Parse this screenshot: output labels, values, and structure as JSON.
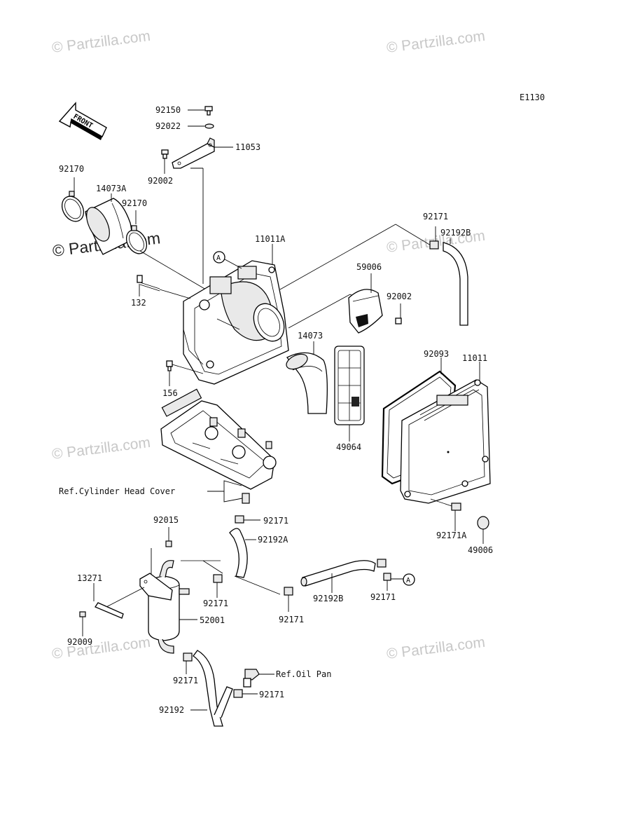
{
  "diagram_code": "E1130",
  "watermarks": {
    "light_text": "© Partzilla.com",
    "dark_text": "© Partzilla.com"
  },
  "front_arrow_label": "FRONT",
  "callouts": {
    "a_marker": "A"
  },
  "references": {
    "cylinder_head_cover": "Ref.Cylinder Head Cover",
    "oil_pan": "Ref.Oil Pan"
  },
  "parts": {
    "p92150": "92150",
    "p92022": "92022",
    "p11053": "11053",
    "p92002_top": "92002",
    "p92170_a": "92170",
    "p14073A": "14073A",
    "p92170_b": "92170",
    "p11011A": "11011A",
    "p132": "132",
    "p156": "156",
    "p92171_top": "92171",
    "p92192B_top": "92192B",
    "p59006": "59006",
    "p92002_right": "92002",
    "p14073": "14073",
    "p92093": "92093",
    "p11011": "11011",
    "p49064": "49064",
    "p92171A": "92171A",
    "p49006": "49006",
    "p92171_mid": "92171",
    "p92015": "92015",
    "p92192A": "92192A",
    "p13271": "13271",
    "p92171_tank": "92171",
    "p52001": "52001",
    "p92009": "92009",
    "p92171_hose": "92171",
    "p92192B_bottom": "92192B",
    "p92171_right": "92171",
    "p92171_lower": "92171",
    "p92171_oil": "92171",
    "p92192": "92192"
  }
}
